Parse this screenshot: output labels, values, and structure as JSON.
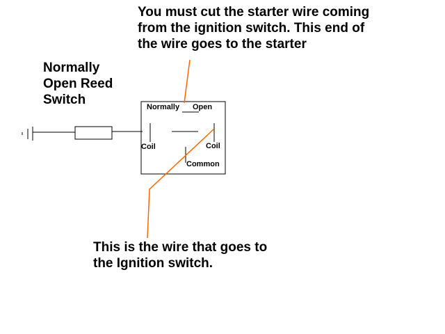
{
  "annotations": {
    "starter_note": [
      "You must cut the starter wire coming",
      "from the ignition switch.  This end of",
      "the wire goes to the starter"
    ],
    "reed_switch_label": [
      "Normally",
      "Open Reed",
      "Switch"
    ],
    "ignition_note": [
      "This is the wire that goes to",
      "the Ignition switch."
    ]
  },
  "relay": {
    "normally_label": "Normally",
    "open_label": "Open",
    "coil_left_label": "Coil",
    "coil_right_label": "Coil",
    "common_label": "Common"
  },
  "colors": {
    "wire": "#000000",
    "starter_wire": "#ff6600"
  }
}
